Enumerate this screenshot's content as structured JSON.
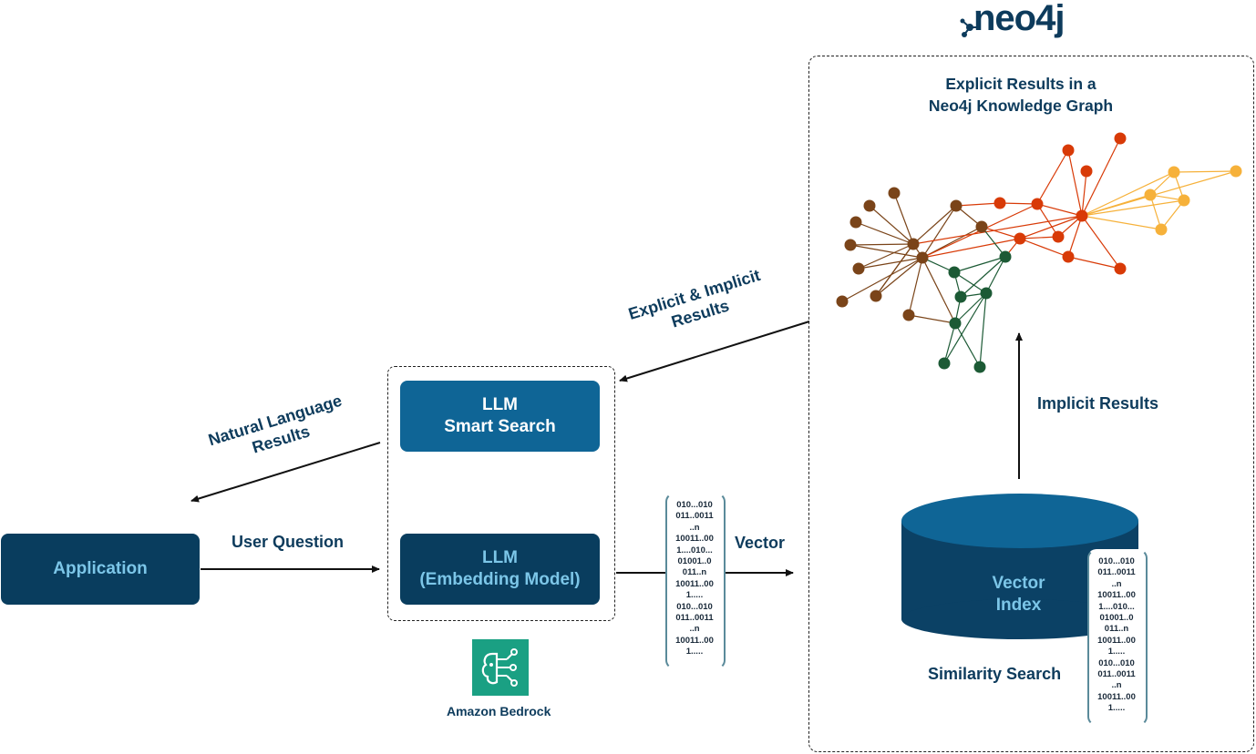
{
  "brand": {
    "logo_text": "neo4j"
  },
  "graph_panel": {
    "title_line1": "Explicit Results in a",
    "title_line2": "Neo4j Knowledge Graph"
  },
  "boxes": {
    "application": "Application",
    "llm_search_line1": "LLM",
    "llm_search_line2": "Smart Search",
    "llm_embed_line1": "LLM",
    "llm_embed_line2": "(Embedding Model)"
  },
  "vector_index": {
    "line1": "Vector",
    "line2": "Index"
  },
  "labels": {
    "explicit_implicit_line1": "Explicit & Implicit",
    "explicit_implicit_line2": "Results",
    "natural_language_line1": "Natural Language",
    "natural_language_line2": "Results",
    "user_question": "User Question",
    "vector": "Vector",
    "implicit_results": "Implicit Results",
    "similarity_search": "Similarity Search"
  },
  "bedrock": {
    "label": "Amazon Bedrock"
  },
  "vector_text_left": [
    "010...010",
    "011..0011",
    "..n",
    "10011..00",
    "1....010...",
    "01001..0",
    "011..n",
    "10011..00",
    "1.....",
    "010...010",
    "011..0011",
    "..n",
    "10011..00",
    "1....."
  ],
  "vector_text_right": [
    "010...010",
    "011..0011",
    "..n",
    "10011..00",
    "1....010...",
    "01001..0",
    "011..n",
    "10011..00",
    "1.....",
    "010...010",
    "011..0011",
    "..n",
    "10011..00",
    "1....."
  ],
  "colors": {
    "navy": "#0d3b5c",
    "dark_box": "#093d5e",
    "mid_box": "#0f6596",
    "text_light": "#7cc6e8",
    "bedrock_green": "#1aa083",
    "node_brown": "#7a4419",
    "node_red": "#d83a07",
    "node_green": "#1c5a35",
    "node_yellow": "#f6b13a"
  }
}
